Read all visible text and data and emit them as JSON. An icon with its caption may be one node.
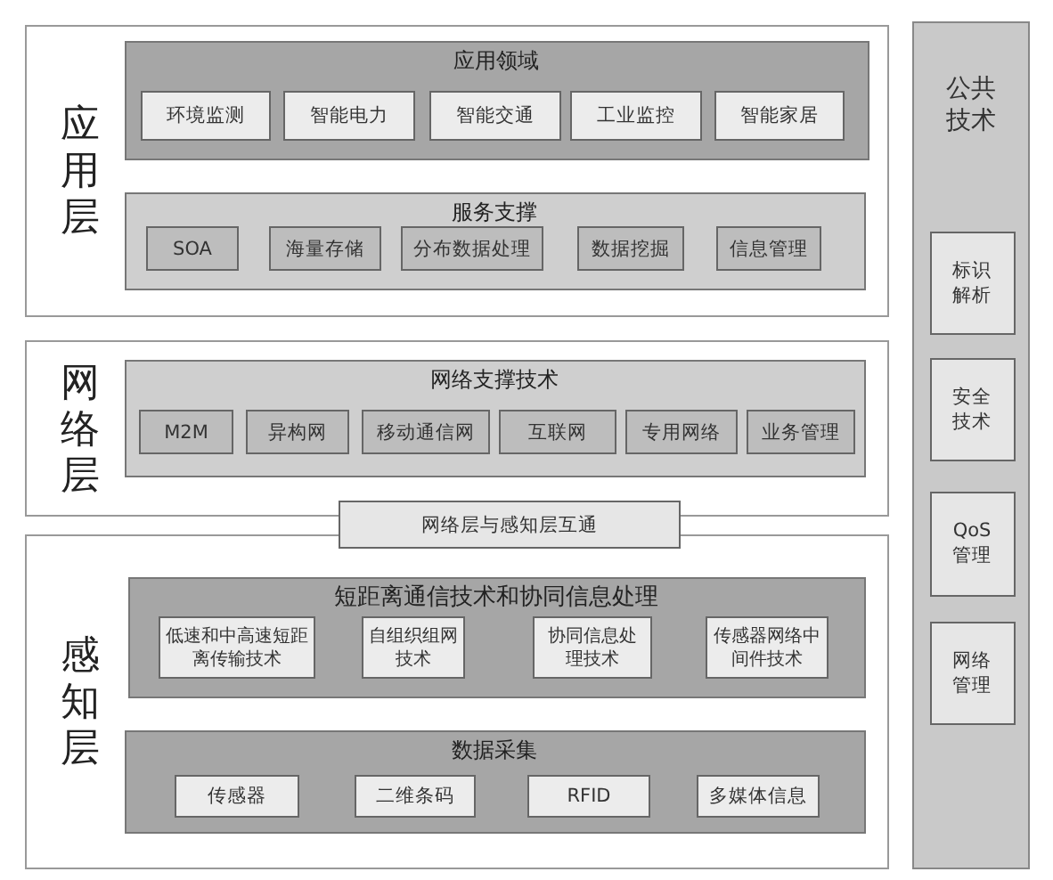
{
  "diagram": {
    "nodes": [
      {
        "text": [
          "应用层"
        ]
      },
      {
        "text": [
          "应用领域"
        ],
        "in": 0
      },
      {
        "text": [
          "环境监测"
        ],
        "in": 1
      },
      {
        "text": [
          "智能电力"
        ],
        "in": 1
      },
      {
        "text": [
          "智能交通"
        ],
        "in": 1
      },
      {
        "text": [
          "工业监控"
        ],
        "in": 1
      },
      {
        "text": [
          "智能家居"
        ],
        "in": 1
      },
      {
        "text": [
          "服务支撑"
        ],
        "in": 0
      },
      {
        "text": [
          "SOA"
        ],
        "in": 7
      },
      {
        "text": [
          "海量存储"
        ],
        "in": 7
      },
      {
        "text": [
          "分布数据处理"
        ],
        "in": 7
      },
      {
        "text": [
          "数据挖掘"
        ],
        "in": 7
      },
      {
        "text": [
          "信息管理"
        ],
        "in": 7
      },
      {
        "text": [
          "网络层"
        ]
      },
      {
        "text": [
          "网络支撑技术"
        ],
        "in": 13
      },
      {
        "text": [
          "M2M"
        ],
        "in": 14
      },
      {
        "text": [
          "异构网"
        ],
        "in": 14
      },
      {
        "text": [
          "移动通信网"
        ],
        "in": 14
      },
      {
        "text": [
          "互联网"
        ],
        "in": 14
      },
      {
        "text": [
          "专用网络"
        ],
        "in": 14
      },
      {
        "text": [
          "业务管理"
        ],
        "in": 14
      },
      {
        "text": [
          "网络层与感知层互通"
        ]
      },
      {
        "text": [
          "感知层"
        ]
      },
      {
        "text": [
          "短距离通信技术和协同信息处理"
        ],
        "in": 22
      },
      {
        "text": [
          "低速和中高速短距离传输技术"
        ],
        "in": 23
      },
      {
        "text": [
          "自组织组网技术"
        ],
        "in": 23
      },
      {
        "text": [
          "协同信息处理技术"
        ],
        "in": 23
      },
      {
        "text": [
          "传感器网络中间件技术"
        ],
        "in": 23
      },
      {
        "text": [
          "数据采集"
        ],
        "in": 22
      },
      {
        "text": [
          "传感器"
        ],
        "in": 28
      },
      {
        "text": [
          "二维条码"
        ],
        "in": 28
      },
      {
        "text": [
          "RFID"
        ],
        "in": 28
      },
      {
        "text": [
          "多媒体信息"
        ],
        "in": 28
      },
      {
        "text": [
          "公共技术"
        ]
      },
      {
        "text": [
          "标识解析"
        ],
        "in": 33
      },
      {
        "text": [
          "安全技术"
        ],
        "in": 33
      },
      {
        "text": [
          "QoS管理"
        ],
        "in": 33
      },
      {
        "text": [
          "网络管理"
        ],
        "in": 33
      }
    ]
  }
}
